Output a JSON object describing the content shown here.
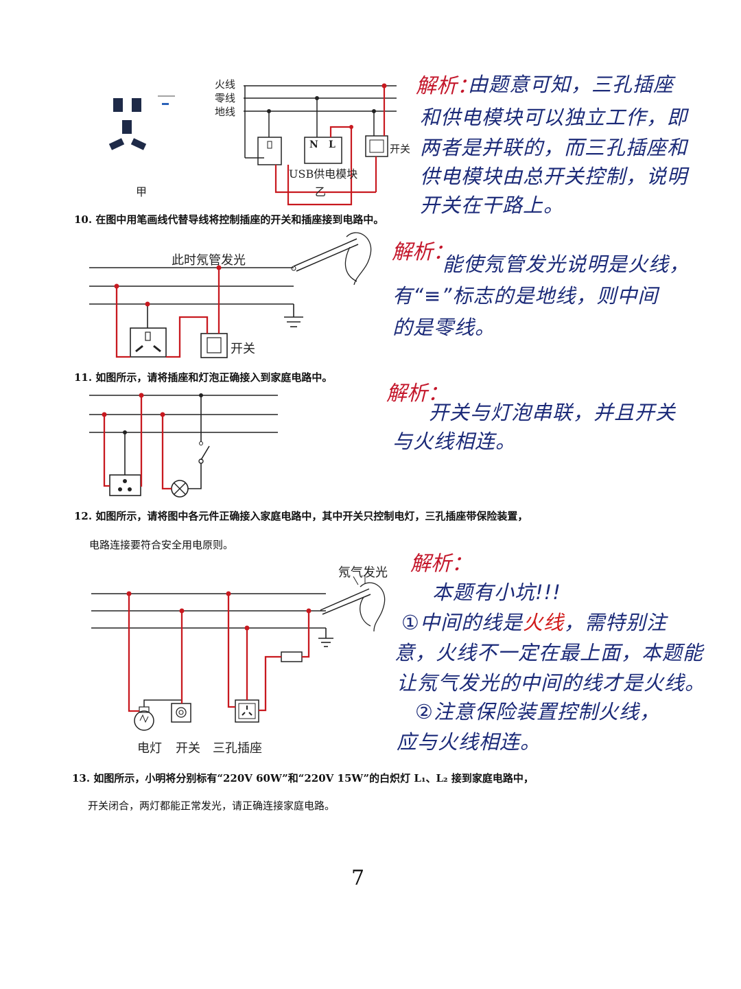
{
  "colors": {
    "wire": "#222222",
    "added_wire": "#c8191f",
    "note_blue": "#1b2a78",
    "note_red": "#c4172b"
  },
  "block1": {
    "label_live": "火线",
    "label_neutral": "零线",
    "label_ground": "地线",
    "label_N": "N",
    "label_L": "L",
    "label_usb": "USB供电模块",
    "label_yi": "乙",
    "label_switch": "开关",
    "label_jia": "甲",
    "note_head": "解析：",
    "note_lines": [
      "由题意可知，三孔插座",
      "和供电模块可以独立工作，即",
      "两者是并联的，而三孔插座和",
      "供电模块由总开关控制，说明",
      "开关在干路上。"
    ]
  },
  "q10": {
    "text": "10.  在图中用笔画线代替导线将控制插座的开关和插座接到电路中。",
    "label_neon": "此时氖管发光",
    "label_switch": "开关",
    "note_head": "解析：",
    "note_lines": [
      "能使氖管发光说明是火线，",
      "有“≡”标志的是地线，则中间",
      "的是零线。"
    ]
  },
  "q11": {
    "text": "11.  如图所示，请将插座和灯泡正确接入到家庭电路中。",
    "note_head": "解析：",
    "note_lines": [
      "开关与灯泡串联，并且开关",
      "与火线相连。"
    ]
  },
  "q12": {
    "text_1": "12.  如图所示，请将图中各元件正确接入家庭电路中，其中开关只控制电灯，三孔插座带保险装置，",
    "text_2": "电路连接要符合安全用电原则。",
    "label_neon": "氖气发光",
    "label_lamp": "电灯",
    "label_switch": "开关",
    "label_socket": "三孔插座",
    "note_head": "解析：",
    "note_l1": "本题有小坑!!!",
    "note_l2a": "①中间的线是",
    "note_l2b": "火线",
    "note_l2c": "，需特别注",
    "note_l3": "意，火线不一定在最上面，本题能",
    "note_l4": "让氖气发光的中间的线才是火线。",
    "note_l5": "②注意保险装置控制火线，",
    "note_l6": "应与火线相连。"
  },
  "q13": {
    "text_1": "13.  如图所示，小明将分别标有“220V 60W”和“220V 15W”的白炽灯 L₁、L₂ 接到家庭电路中，",
    "text_2": "开关闭合，两灯都能正常发光，请正确连接家庭电路。"
  },
  "page_number": "7"
}
